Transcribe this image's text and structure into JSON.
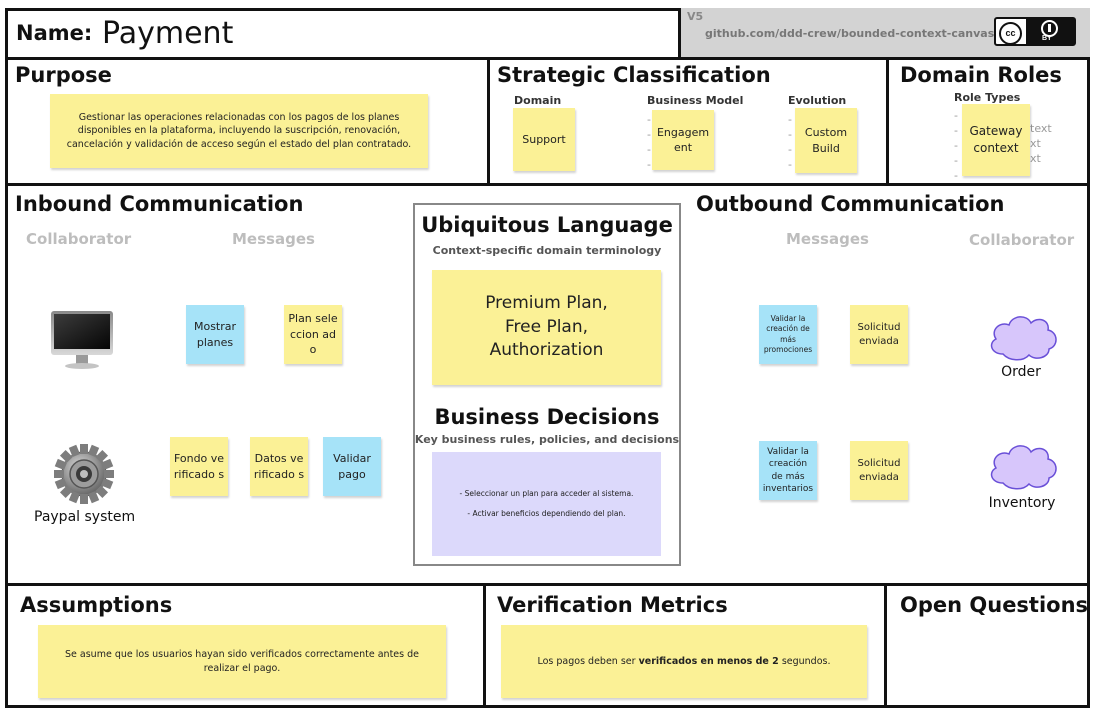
{
  "header": {
    "name_label": "Name:",
    "name_value": "Payment",
    "version": "V5",
    "repo": "github.com/ddd-crew/bounded-context-canvas",
    "license_badge": {
      "cc": "cc",
      "by": "BY"
    }
  },
  "purpose": {
    "title": "Purpose",
    "note": "Gestionar las operaciones relacionadas con los pagos de los planes disponibles en la plataforma, incluyendo la suscripción, renovación, cancelación y validación de acceso según el estado del plan contratado."
  },
  "strategic": {
    "title": "Strategic Classification",
    "domain": {
      "label": "Domain",
      "note": "Support"
    },
    "business_model": {
      "label": "Business Model",
      "note": "Engagem ent"
    },
    "evolution": {
      "label": "Evolution",
      "note": "Custom Build"
    }
  },
  "roles": {
    "title": "Domain Roles",
    "label": "Role Types",
    "note": "Gateway context"
  },
  "inbound": {
    "title": "Inbound Communication",
    "collaborator_head": "Collaborator",
    "messages_head": "Messages",
    "collaborators": [
      {
        "name": "",
        "icon": "monitor-icon"
      },
      {
        "name": "Paypal system",
        "icon": "gear-icon"
      }
    ],
    "messages_row1": [
      "Mostrar planes",
      "Plan seleccion ado"
    ],
    "messages_row2": [
      "Fondo verificado s",
      "Datos verificado s",
      "Validar pago"
    ]
  },
  "ubiquitous": {
    "title": "Ubiquitous Language",
    "subtitle": "Context-specific domain terminology",
    "note": "Premium Plan,\nFree Plan,\nAuthorization"
  },
  "decisions": {
    "title": "Business Decisions",
    "subtitle": "Key business rules, policies, and decisions",
    "note": "- Seleccionar un plan para acceder al sistema.\n\n- Activar beneficios dependiendo del plan."
  },
  "outbound": {
    "title": "Outbound Communication",
    "messages_head": "Messages",
    "collaborator_head": "Collaborator",
    "rows": [
      {
        "message": "Validar la creación de más promociones",
        "event": "Solicitud enviada",
        "collaborator": "Order"
      },
      {
        "message": "Validar la creación de más inventarios",
        "event": "Solicitud enviada",
        "collaborator": "Inventory"
      }
    ]
  },
  "assumptions": {
    "title": "Assumptions",
    "note": "Se asume que los usuarios hayan sido verificados correctamente antes de realizar el pago."
  },
  "metrics": {
    "title": "Verification Metrics",
    "note_before": "Los pagos deben ser ",
    "note_bold": "verificados en menos de 2",
    "note_after": " segundos."
  },
  "open_questions": {
    "title": "Open Questions"
  },
  "colors": {
    "sticky_yellow": "#fbf196",
    "sticky_blue": "#a6e3f8",
    "sticky_lavender": "#dcd9fb",
    "cloud": "#d7c6fb"
  }
}
